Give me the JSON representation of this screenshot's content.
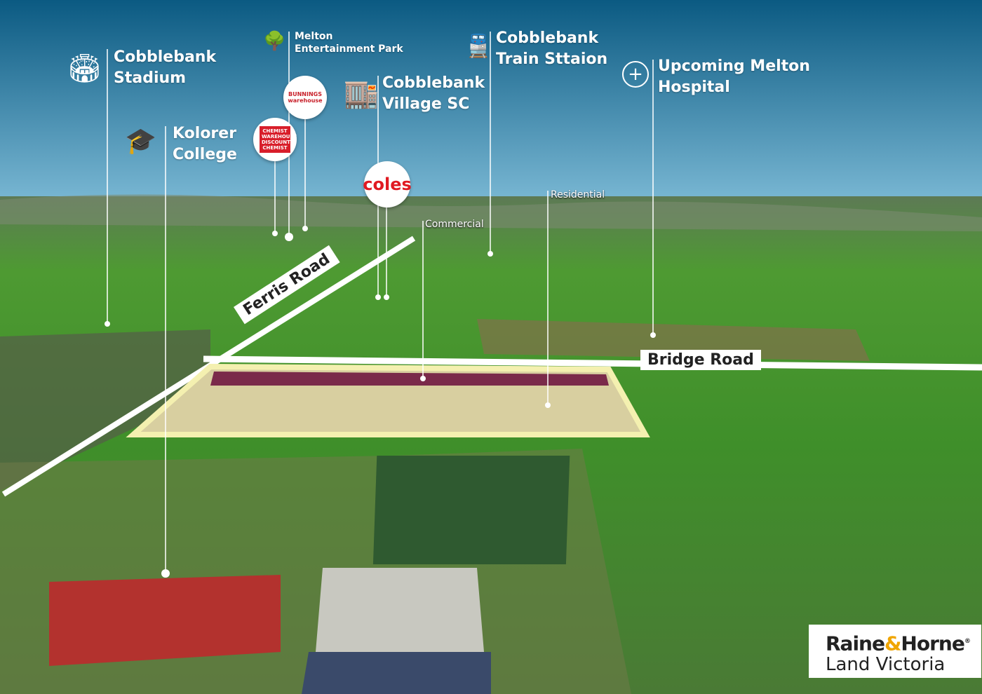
{
  "labels": {
    "stadium": [
      "Cobblebank",
      "Stadium"
    ],
    "entertainment": [
      "Melton",
      "Entertainment Park"
    ],
    "college": [
      "Kolorer",
      "College"
    ],
    "village": [
      "Cobblebank",
      "Village SC"
    ],
    "train": [
      "Cobblebank",
      "Train Sttaion"
    ],
    "hospital": [
      "Upcoming Melton",
      "Hospital"
    ]
  },
  "brands": {
    "bunnings": "BUNNINGS warehouse",
    "chemist": "CHEMIST WAREHOUSE DISCOUNT CHEMIST",
    "coles": "coles"
  },
  "zones": {
    "commercial": "Commercial",
    "residential": "Residential"
  },
  "roads": {
    "ferris": "Ferris Road",
    "bridge": "Bridge Road"
  },
  "logo": {
    "raine": "Raine",
    "amp": "&",
    "horne": "Horne",
    "reg": "®",
    "line2": "Land Victoria"
  },
  "colors": {
    "sky_top": "#0b5a82",
    "sky_horizon": "#7ab8d4",
    "site_fill": "#d8cfa0",
    "commercial_strip": "#7a2a4a",
    "outline": "#f4f0b0"
  }
}
